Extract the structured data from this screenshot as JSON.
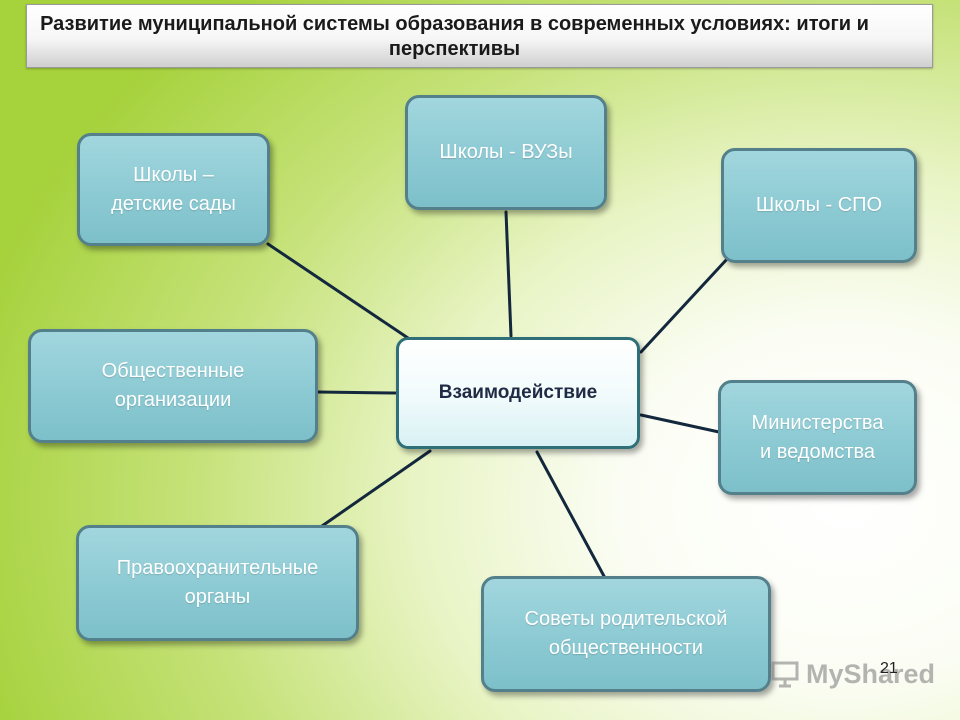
{
  "slide": {
    "title": "Развитие муниципальной системы образования  в современных условиях: итоги и перспективы",
    "page_number": "21"
  },
  "diagram": {
    "center": "Взаимодействие",
    "nodes": [
      {
        "id": "schools-kindergartens",
        "label": "Школы –\nдетские сады"
      },
      {
        "id": "schools-universities",
        "label": "Школы - ВУЗы"
      },
      {
        "id": "schools-spo",
        "label": "Школы - СПО"
      },
      {
        "id": "public-organizations",
        "label": "Общественные\nорганизации"
      },
      {
        "id": "ministries-agencies",
        "label": "Министерства\nи ведомства"
      },
      {
        "id": "law-enforcement",
        "label": "Правоохранительные\nорганы"
      },
      {
        "id": "parent-councils",
        "label": "Советы родительской\nобщественности"
      }
    ]
  },
  "watermark": {
    "text": "MyShared"
  },
  "colors": {
    "node_fill": "#8ecbd4",
    "node_border": "#53808a",
    "center_border": "#2f6f78",
    "connector": "#14283d",
    "background_green": "#a6d23c"
  }
}
